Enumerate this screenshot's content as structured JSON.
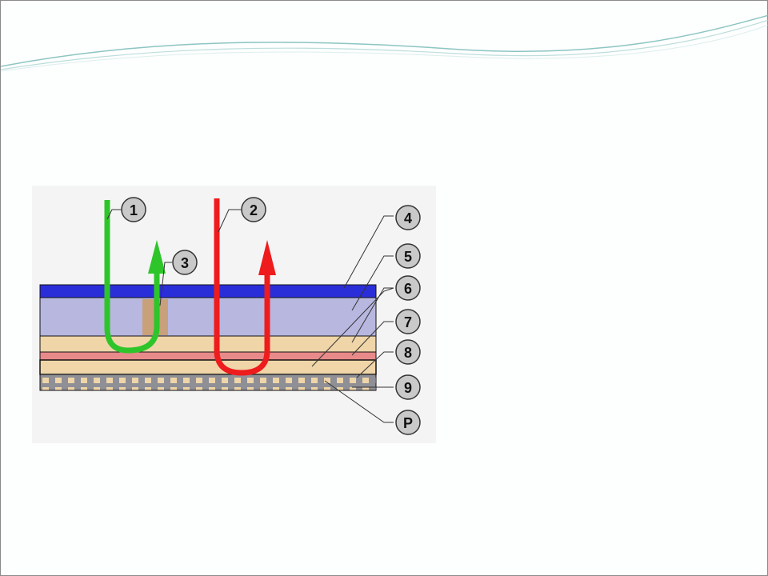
{
  "callouts": [
    "1",
    "2",
    "3",
    "4",
    "5",
    "6",
    "7",
    "8",
    "9",
    "P"
  ],
  "colors": {
    "beam_1": "#2ec52a",
    "beam_2": "#ee1c1c",
    "layer_4": "#2a2ed8",
    "layer_5": "#b7b7e0",
    "layer_6": "#efd5a8",
    "layer_7": "#e88a8a",
    "layer_8": "#efd5a8",
    "layer_9": "#8f8f96",
    "mark_3": "#c8a07a",
    "swoosh": "#6fb7b3"
  }
}
